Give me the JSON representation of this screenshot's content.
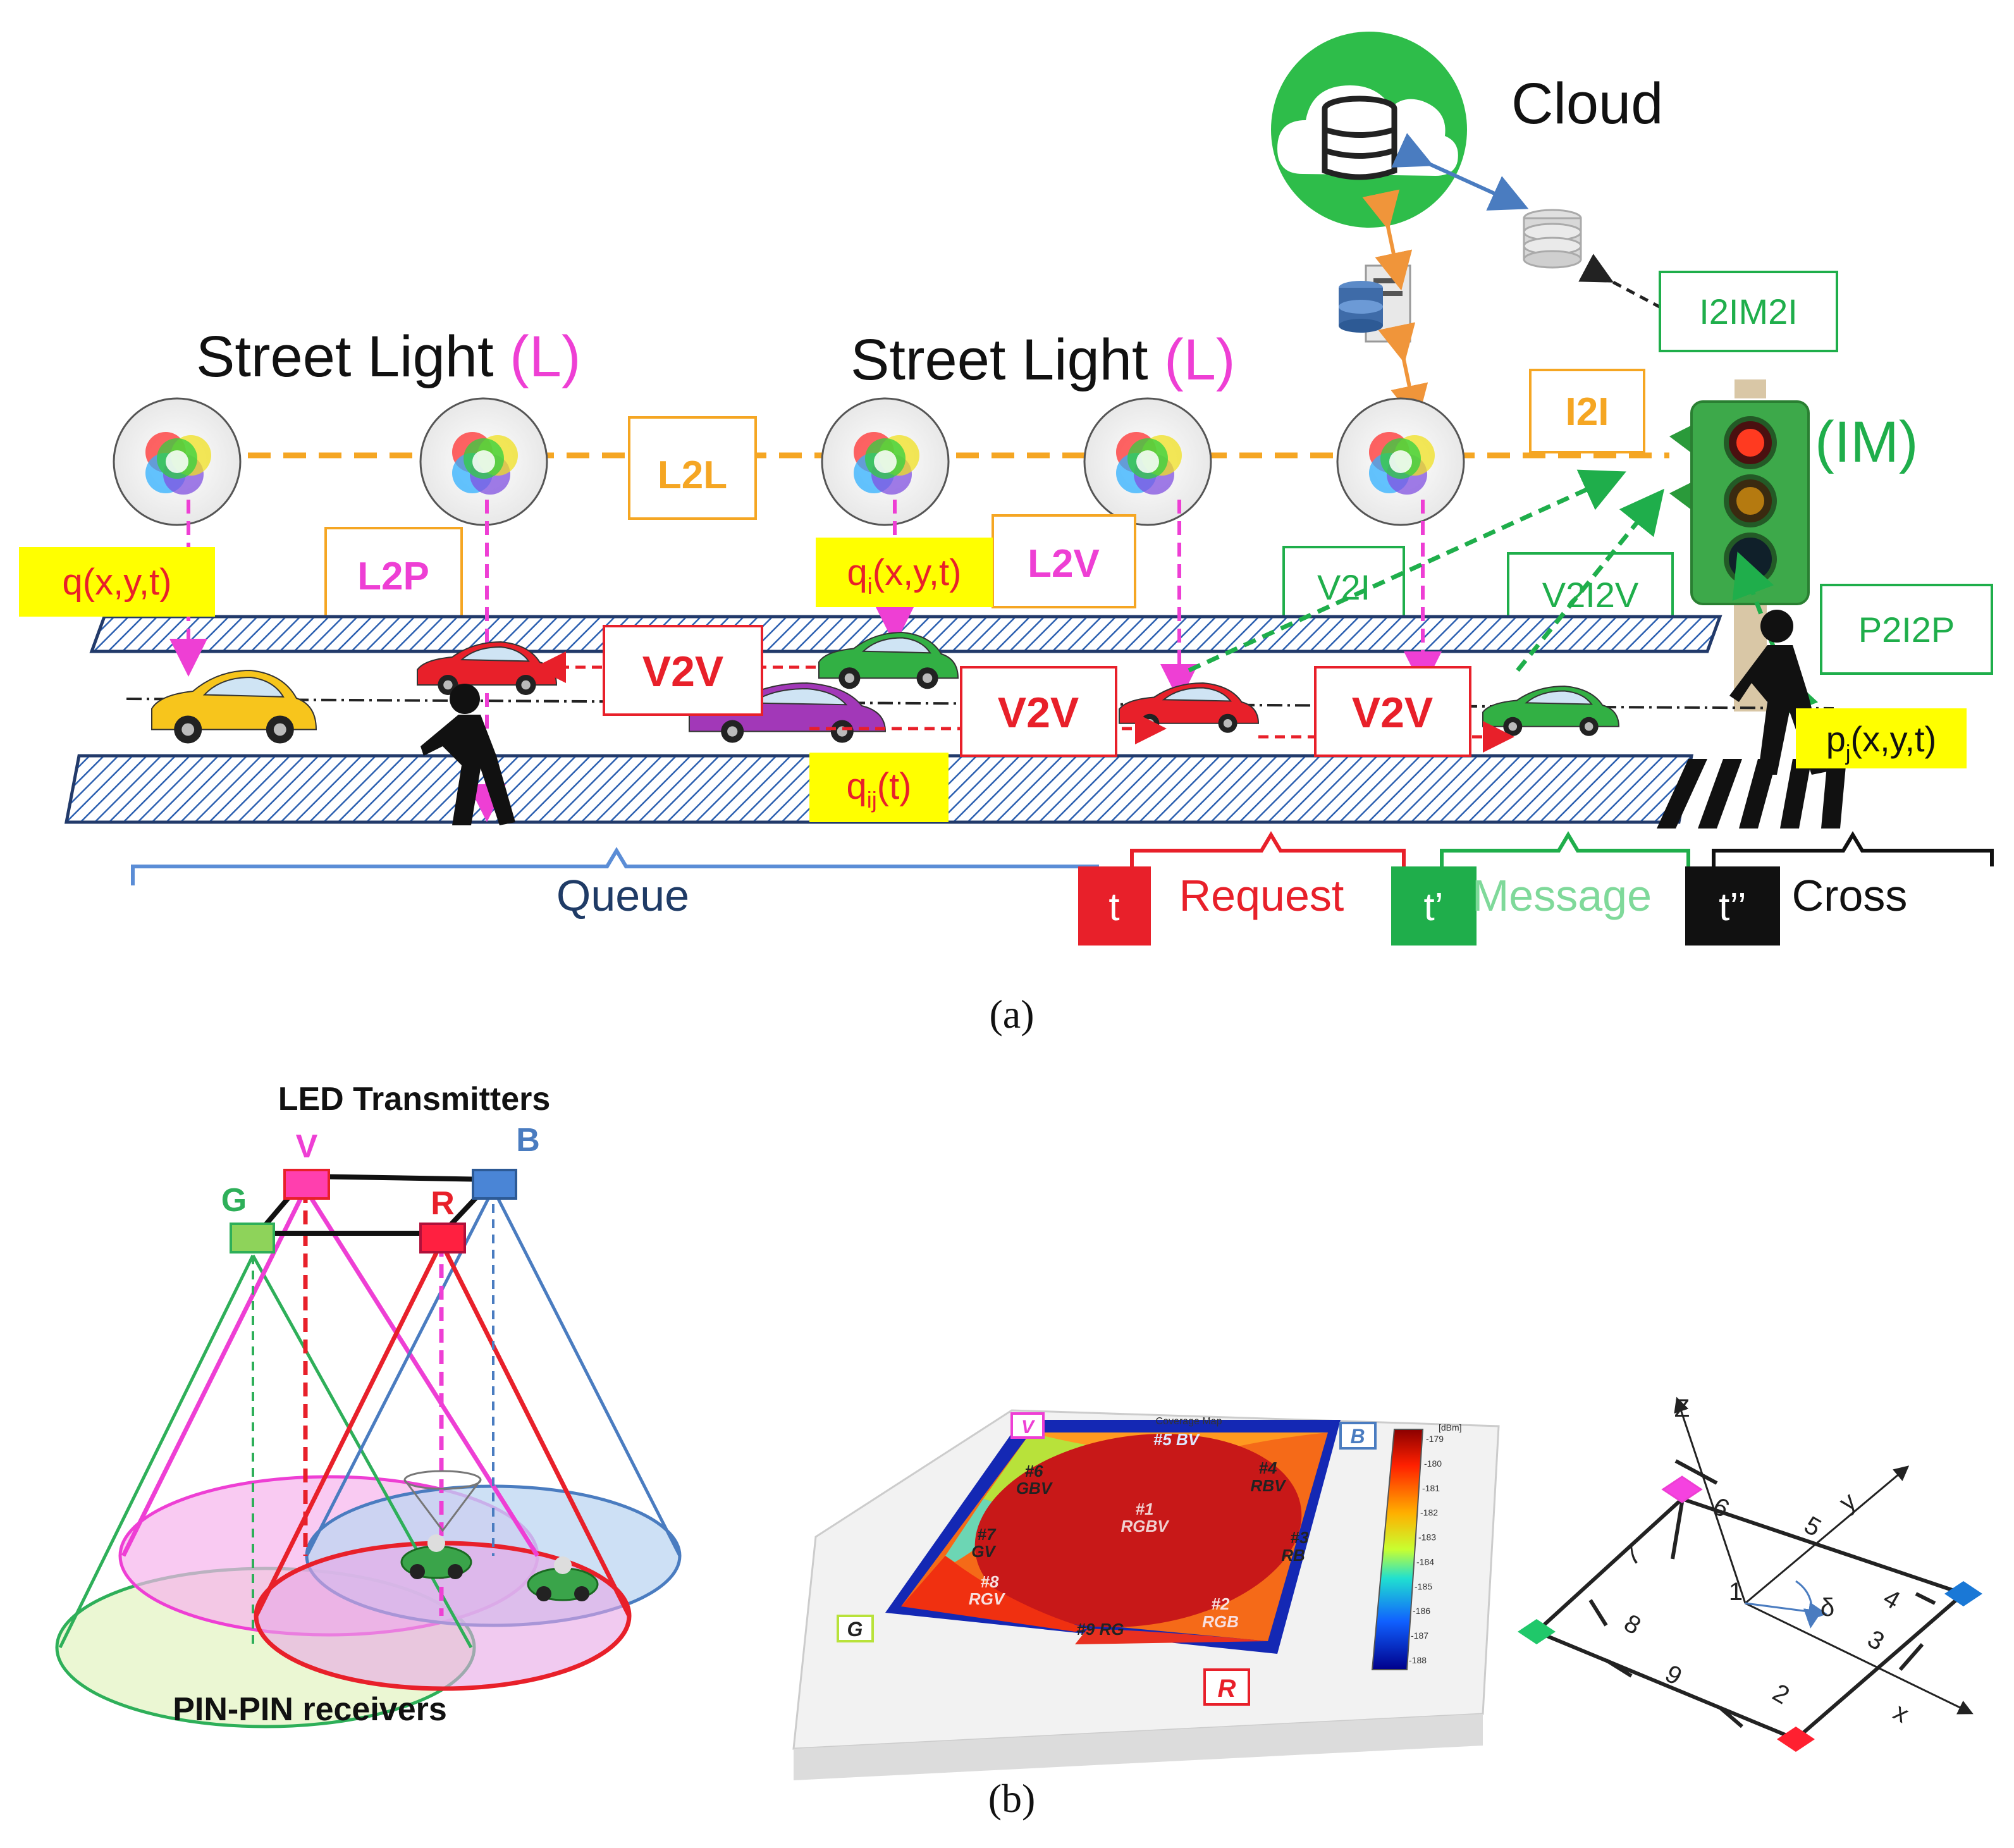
{
  "panel_a": {
    "cloud_label": "Cloud",
    "street_light_1": "Street Light ",
    "street_light_2": "Street Light ",
    "light_symbol": "(L)",
    "im_label": "(IM)",
    "links": {
      "l2l": "L2L",
      "l2p": "L2P",
      "l2v": "L2V",
      "i2i": "I2I",
      "i2im2i": "I2IM2I",
      "v2i": "V2I",
      "v2i2v": "V2I2V",
      "p2i2p": "P2I2P",
      "v2v_1": "V2V",
      "v2v_2": "V2V",
      "v2v_3": "V2V"
    },
    "positions": {
      "q_label": "q(x,y,t)",
      "qi_base": "q",
      "qi_sub": "i",
      "qi_rest": "(x,y,t)",
      "qij_base": "q",
      "qij_sub": "ij",
      "qij_rest": "(t)",
      "pj_base": "p",
      "pj_sub": "j",
      "pj_rest": "(x,y,t)"
    },
    "phases": {
      "queue": "Queue",
      "t_request_badge": "t",
      "request": "Request",
      "t_message_badge": "t’",
      "message": "Message",
      "t_cross_badge": "t’’",
      "cross": "Cross"
    },
    "caption": "(a)"
  },
  "panel_b": {
    "led_title": "LED Transmitters",
    "led_v": "V",
    "led_b": "B",
    "led_g": "G",
    "led_r": "R",
    "pin_label": "PIN-PIN receivers",
    "map_title": "Coverage Map",
    "map_corner_v": "V",
    "map_corner_b": "B",
    "map_corner_g": "G",
    "map_corner_r": "R",
    "regions": {
      "r5": "#5 BV",
      "r6a": "#6",
      "r6b": "GBV",
      "r4a": "#4",
      "r4b": "RBV",
      "r7a": "#7",
      "r7b": "GV",
      "r1a": "#1",
      "r1b": "RGBV",
      "r3a": "#3",
      "r3b": "RB",
      "r8a": "#8",
      "r8b": "RGV",
      "r9": "#9 RG",
      "r2a": "#2",
      "r2b": "RGB"
    },
    "colorbar_unit": "[dBm]",
    "colorbar_ticks": [
      "-179",
      "-180",
      "-181",
      "-182",
      "-183",
      "-184",
      "-185",
      "-186",
      "-187",
      "-188"
    ],
    "axes": {
      "z": "Z",
      "y": "y",
      "x": "x",
      "delta": "δ",
      "n1": "1",
      "n2": "2",
      "n3": "3",
      "n4": "4",
      "n5": "5",
      "n6": "6",
      "n7": "7",
      "n8": "8",
      "n9": "9"
    },
    "caption": "(b)"
  },
  "colors": {
    "orange": "#f5a623",
    "magenta": "#ee3fd4",
    "red": "#e8202a",
    "green": "#1fae4b",
    "blue_text": "#1f3b66",
    "yellow_box": "#ffff00",
    "queue_blue": "#5b8dd6"
  }
}
